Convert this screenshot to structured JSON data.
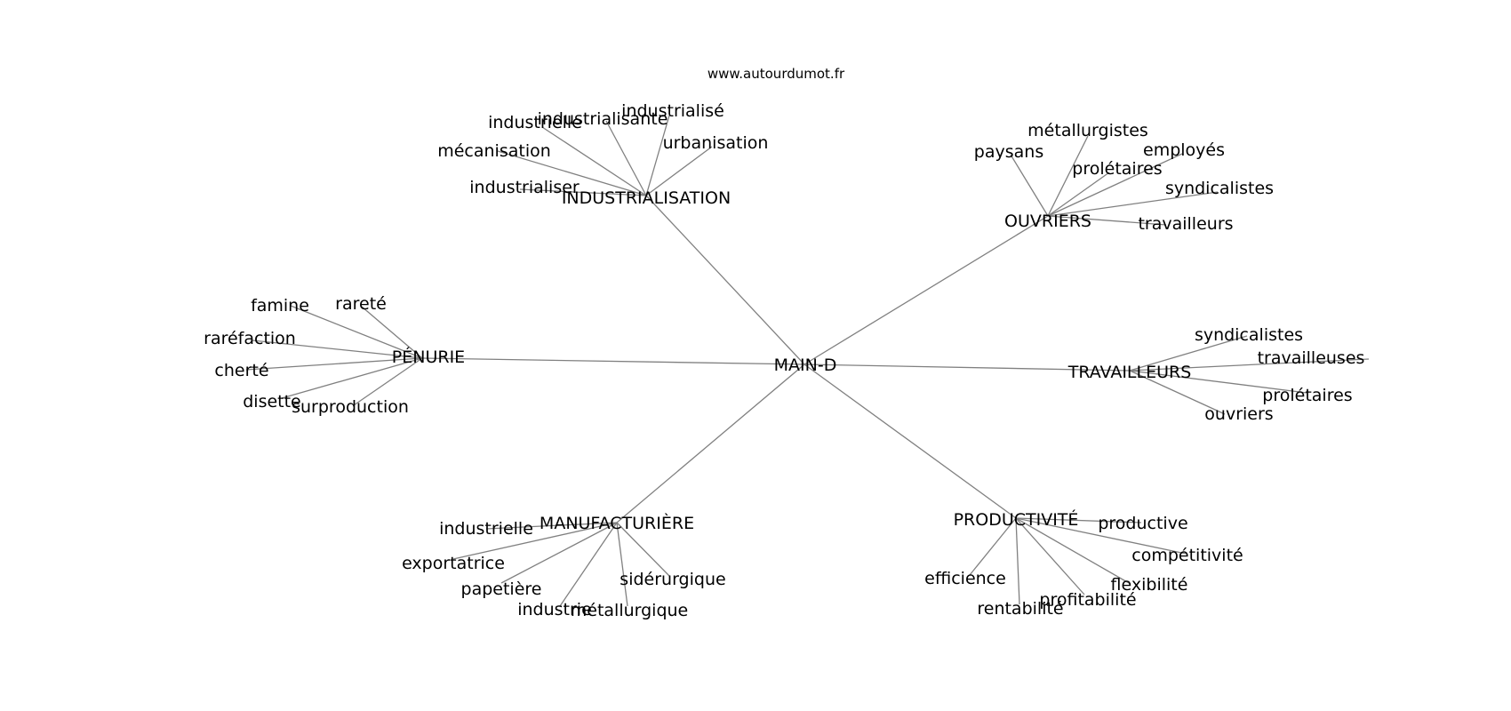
{
  "watermark": "www.autourdumot.fr",
  "colors": {
    "edge": "#808080",
    "text": "#000000",
    "background": "#ffffff"
  },
  "center": {
    "label": "MAIN-D"
  },
  "clusters": [
    {
      "id": "industrialisation",
      "label": "INDUSTRIALISATION",
      "leaves": [
        "industrialisé",
        "industrialisante",
        "industrielle",
        "urbanisation",
        "mécanisation",
        "industrialiser"
      ]
    },
    {
      "id": "ouvriers",
      "label": "OUVRIERS",
      "leaves": [
        "métallurgistes",
        "paysans",
        "employés",
        "prolétaires",
        "syndicalistes",
        "travailleurs"
      ]
    },
    {
      "id": "penurie",
      "label": "PÉNURIE",
      "leaves": [
        "famine",
        "rareté",
        "raréfaction",
        "cherté",
        "disette",
        "surproduction"
      ]
    },
    {
      "id": "travailleurs",
      "label": "TRAVAILLEURS",
      "leaves": [
        "syndicalistes",
        "travailleuses",
        "prolétaires",
        "ouvriers"
      ]
    },
    {
      "id": "manufacturiere",
      "label": "MANUFACTURIÈRE",
      "leaves": [
        "industrielle",
        "exportatrice",
        "papetière",
        "sidérurgique",
        "industrie",
        "métallurgique"
      ]
    },
    {
      "id": "productivite",
      "label": "PRODUCTIVITÉ",
      "leaves": [
        "productive",
        "compétitivité",
        "flexibilité",
        "efficience",
        "profitabilité",
        "rentabilité"
      ]
    }
  ]
}
